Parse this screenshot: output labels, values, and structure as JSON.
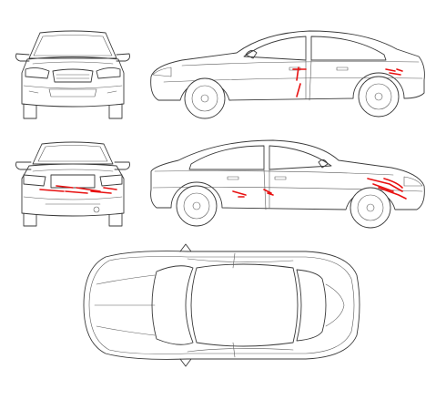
{
  "damage_color": "#e81010",
  "line_color": "#3a3a3a",
  "background": "#ffffff",
  "views": [
    {
      "id": "front",
      "damage": false
    },
    {
      "id": "side-left",
      "damage": true
    },
    {
      "id": "rear",
      "damage": true
    },
    {
      "id": "side-right",
      "damage": true
    },
    {
      "id": "top",
      "damage": false
    }
  ]
}
